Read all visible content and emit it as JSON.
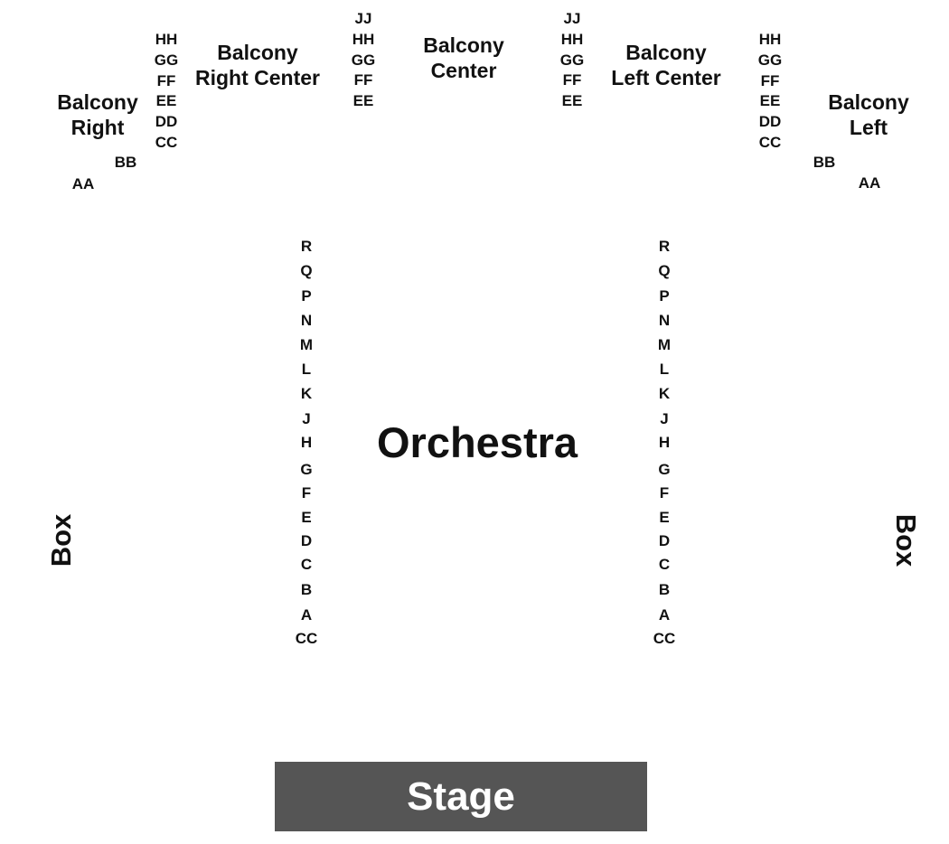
{
  "sections": {
    "balcony_right": [
      "Balcony",
      "Right"
    ],
    "balcony_right_center": [
      "Balcony",
      "Right Center"
    ],
    "balcony_center": [
      "Balcony",
      "Center"
    ],
    "balcony_left_center": [
      "Balcony",
      "Left Center"
    ],
    "balcony_left": [
      "Balcony",
      "Left"
    ],
    "orchestra": "Orchestra",
    "box_left": "Box",
    "box_right": "Box",
    "stage": "Stage"
  },
  "rows": {
    "balcony_outer": [
      "HH",
      "GG",
      "FF",
      "EE",
      "DD",
      "CC"
    ],
    "balcony_inner": [
      "JJ",
      "HH",
      "GG",
      "FF",
      "EE"
    ],
    "balcony_bb": "BB",
    "balcony_aa": "AA",
    "orchestra": [
      "R",
      "Q",
      "P",
      "N",
      "M",
      "L",
      "K",
      "J",
      "H",
      "G",
      "F",
      "E",
      "D",
      "C",
      "B",
      "A",
      "CC"
    ]
  },
  "colors": {
    "stage_fill": "#555555",
    "text": "#111111",
    "stage_text": "#ffffff"
  }
}
